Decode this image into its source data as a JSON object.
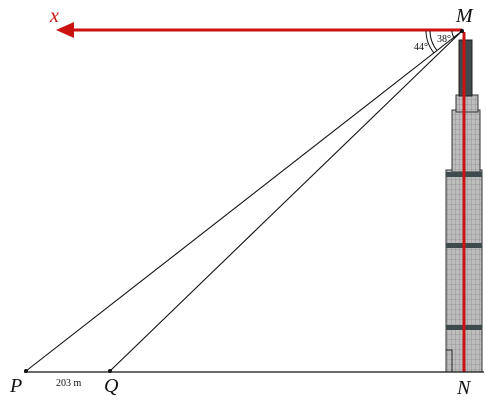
{
  "labels": {
    "x_axis": "x",
    "top_point": "M",
    "base_point": "N",
    "point_p": "P",
    "point_q": "Q",
    "angle_q": "38°",
    "angle_p": "44°",
    "distance_pq": "203 m"
  },
  "colors": {
    "accent": "#cc1111",
    "lines": "#111111",
    "building_fill": "#b3b3b3",
    "building_dark": "#3f4a4f"
  }
}
